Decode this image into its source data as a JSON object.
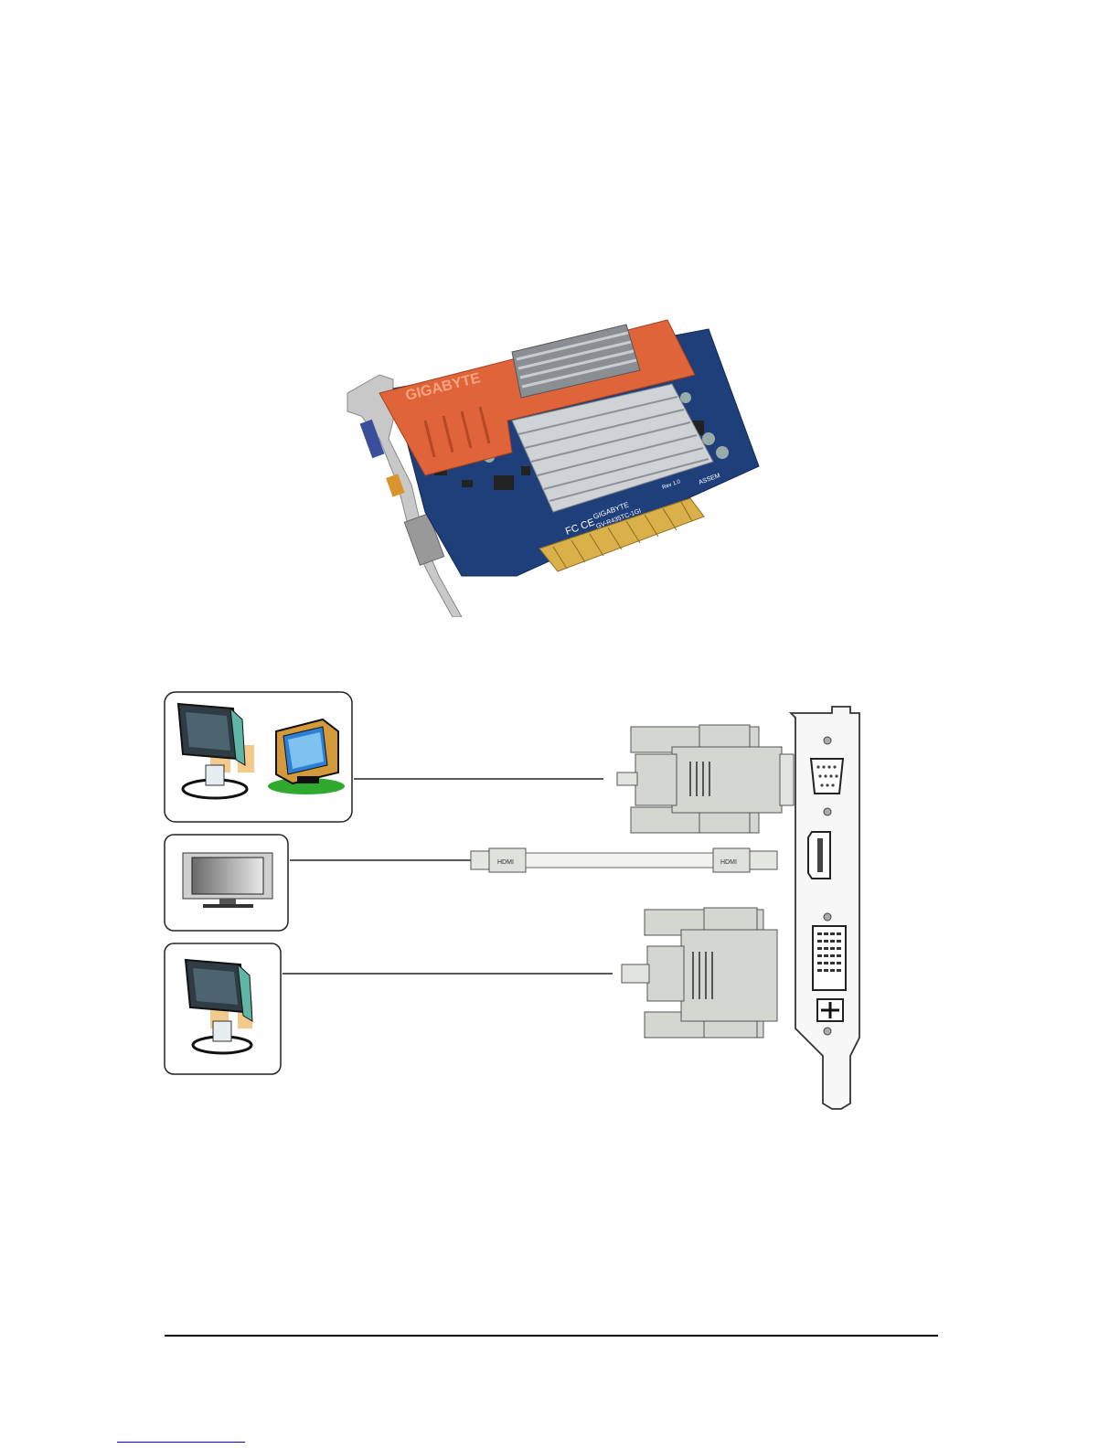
{
  "product_photo": {
    "heatsink_brand": "GIGABYTE",
    "pcb_brand": "GIGABYTE",
    "pcb_model": "GV-R435TC-1GI",
    "pcb_rev": "Rev 1.0",
    "assembly_tag": "ASSEM",
    "cert_marks": "FC CE",
    "colors": {
      "heatsink_shroud": "#e0643a",
      "pcb": "#1f3f7a",
      "fins": "#cfd3d6",
      "bracket": "#c8c8c8"
    }
  },
  "connection_diagram": {
    "displays": [
      {
        "kind": "lcd-and-crt-monitor",
        "connector": "vga"
      },
      {
        "kind": "hdtv",
        "connector": "hdmi"
      },
      {
        "kind": "lcd-monitor",
        "connector": "dvi"
      }
    ],
    "cable_labels": {
      "hdmi_plug_left": "HDMI",
      "hdmi_plug_right": "HDMI"
    },
    "bracket_ports": [
      "vga-port",
      "hdmi-port",
      "dvi-port"
    ]
  },
  "icons": [
    "lcd-monitor-icon",
    "crt-monitor-icon",
    "tv-icon",
    "vga-connector-icon",
    "hdmi-cable-icon",
    "dvi-connector-icon",
    "io-bracket-icon"
  ],
  "footer": {
    "rule_color": "#000000",
    "link_color": "#0000ee"
  }
}
